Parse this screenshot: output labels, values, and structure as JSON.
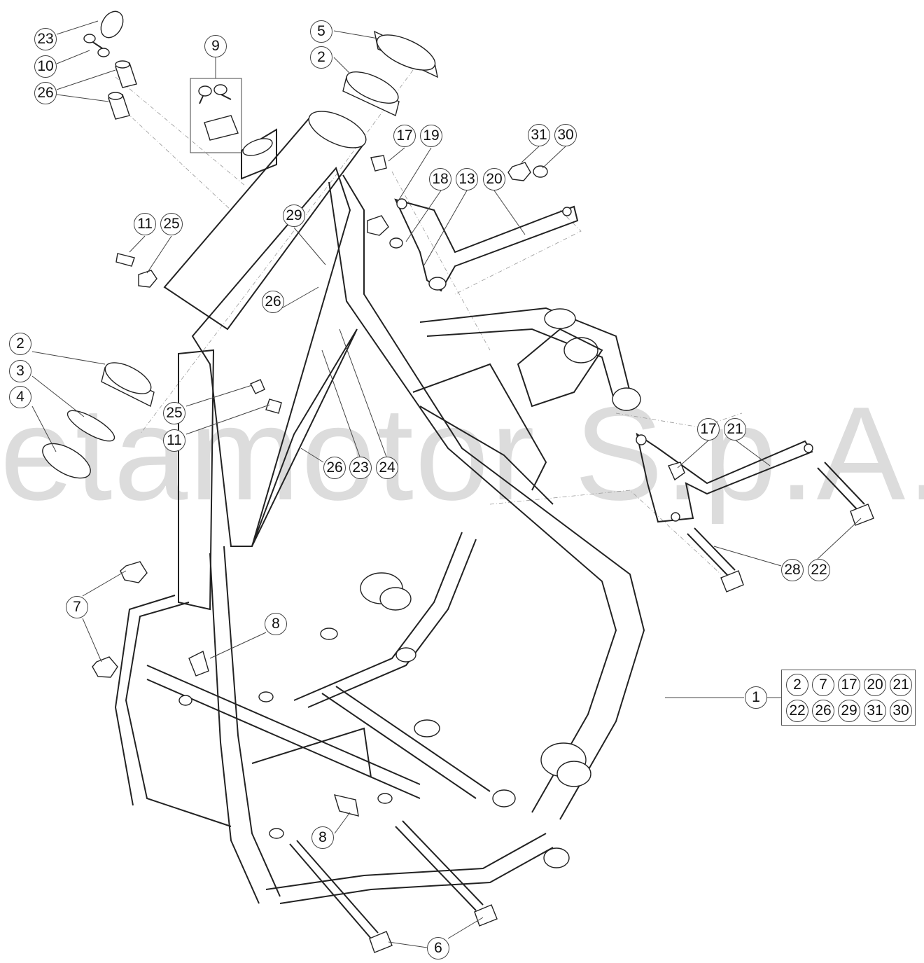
{
  "watermark": "etamotor S.p.A.",
  "callouts": [
    {
      "id": "c23a",
      "label": "23"
    },
    {
      "id": "c10",
      "label": "10"
    },
    {
      "id": "c26a",
      "label": "26"
    },
    {
      "id": "c9",
      "label": "9"
    },
    {
      "id": "c5",
      "label": "5"
    },
    {
      "id": "c2a",
      "label": "2"
    },
    {
      "id": "c17a",
      "label": "17"
    },
    {
      "id": "c19",
      "label": "19"
    },
    {
      "id": "c18",
      "label": "18"
    },
    {
      "id": "c13",
      "label": "13"
    },
    {
      "id": "c20",
      "label": "20"
    },
    {
      "id": "c31",
      "label": "31"
    },
    {
      "id": "c30",
      "label": "30"
    },
    {
      "id": "c29",
      "label": "29"
    },
    {
      "id": "c11a",
      "label": "11"
    },
    {
      "id": "c25a",
      "label": "25"
    },
    {
      "id": "c26b",
      "label": "26"
    },
    {
      "id": "c2b",
      "label": "2"
    },
    {
      "id": "c3",
      "label": "3"
    },
    {
      "id": "c4",
      "label": "4"
    },
    {
      "id": "c25b",
      "label": "25"
    },
    {
      "id": "c11b",
      "label": "11"
    },
    {
      "id": "c26c",
      "label": "26"
    },
    {
      "id": "c23b",
      "label": "23"
    },
    {
      "id": "c24",
      "label": "24"
    },
    {
      "id": "c17b",
      "label": "17"
    },
    {
      "id": "c21",
      "label": "21"
    },
    {
      "id": "c28",
      "label": "28"
    },
    {
      "id": "c22",
      "label": "22"
    },
    {
      "id": "c7",
      "label": "7"
    },
    {
      "id": "c8a",
      "label": "8"
    },
    {
      "id": "c1",
      "label": "1"
    },
    {
      "id": "c8b",
      "label": "8"
    },
    {
      "id": "c6",
      "label": "6"
    }
  ],
  "kit_items": [
    "2",
    "7",
    "17",
    "20",
    "21",
    "22",
    "26",
    "29",
    "31",
    "30"
  ]
}
